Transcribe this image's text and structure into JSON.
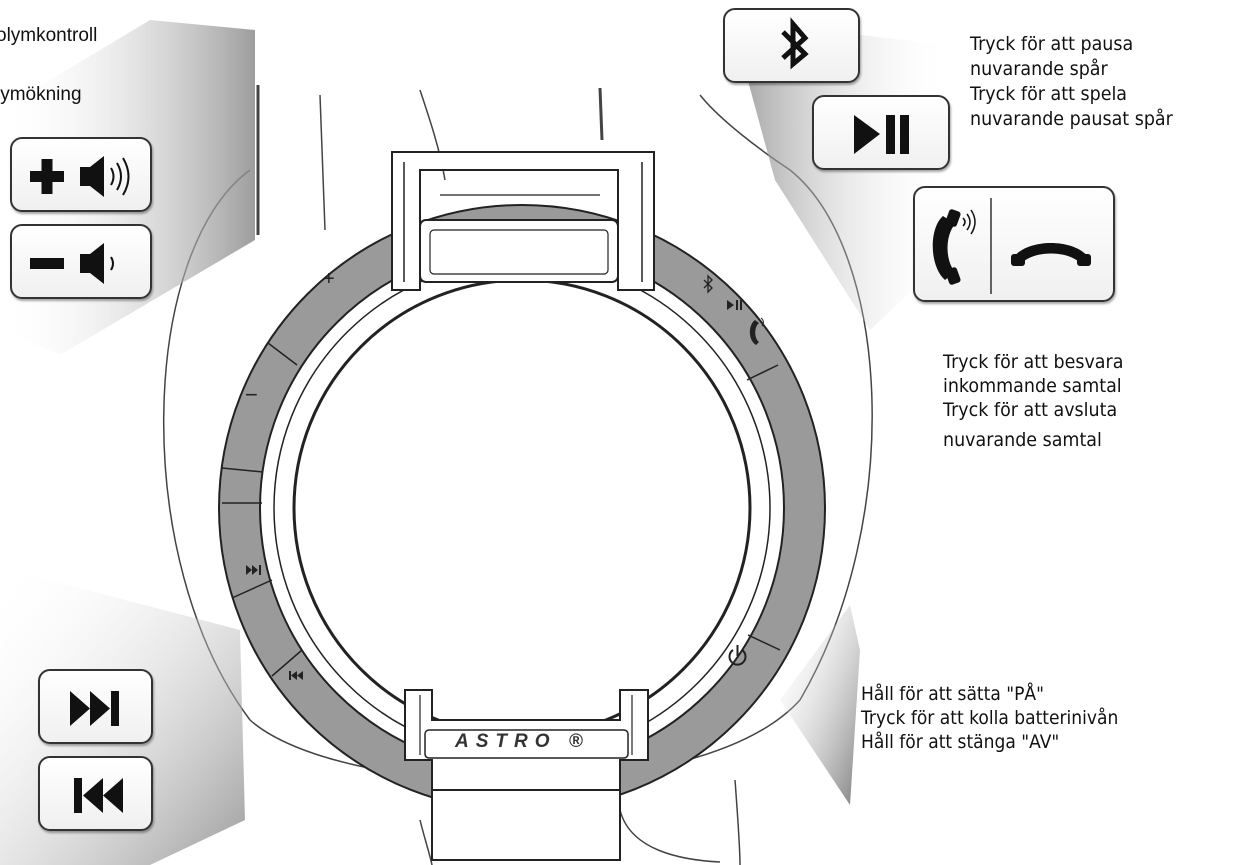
{
  "labels": {
    "volume_title": "olymkontroll",
    "volume_up": "lymökning",
    "pause_line1": "Tryck för att pausa",
    "pause_line2": "nuvarande spår",
    "play_line1": "Tryck för att spela",
    "play_line2": "nuvarande pausat spår",
    "answer_line1": "Tryck för att besvara",
    "answer_line2": "inkommande samtal",
    "end_line1": "Tryck för att avsluta",
    "end_line2": "nuvarande samtal",
    "power_line1": "Håll för att sätta \"PÅ\"",
    "power_line2": "Tryck för att kolla batterinivån",
    "power_line3": "Håll för att stänga \"AV\""
  },
  "ring_marks": {
    "plus": "+",
    "minus": "−"
  },
  "brand_text": "ASTRO ®",
  "buttons": [
    {
      "name": "volume-up",
      "icon": "plus-speaker-icon"
    },
    {
      "name": "volume-down",
      "icon": "minus-speaker-icon"
    },
    {
      "name": "bluetooth",
      "icon": "bluetooth-icon"
    },
    {
      "name": "play-pause",
      "icon": "play-pause-icon"
    },
    {
      "name": "call",
      "icon": "phone-answer-hangup-icon"
    },
    {
      "name": "next-track",
      "icon": "next-track-icon"
    },
    {
      "name": "previous-track",
      "icon": "previous-track-icon"
    }
  ],
  "colors": {
    "ring_gray": "#9a9a9a",
    "outline": "#222222",
    "pointer_gray": "#a8a8a8"
  }
}
